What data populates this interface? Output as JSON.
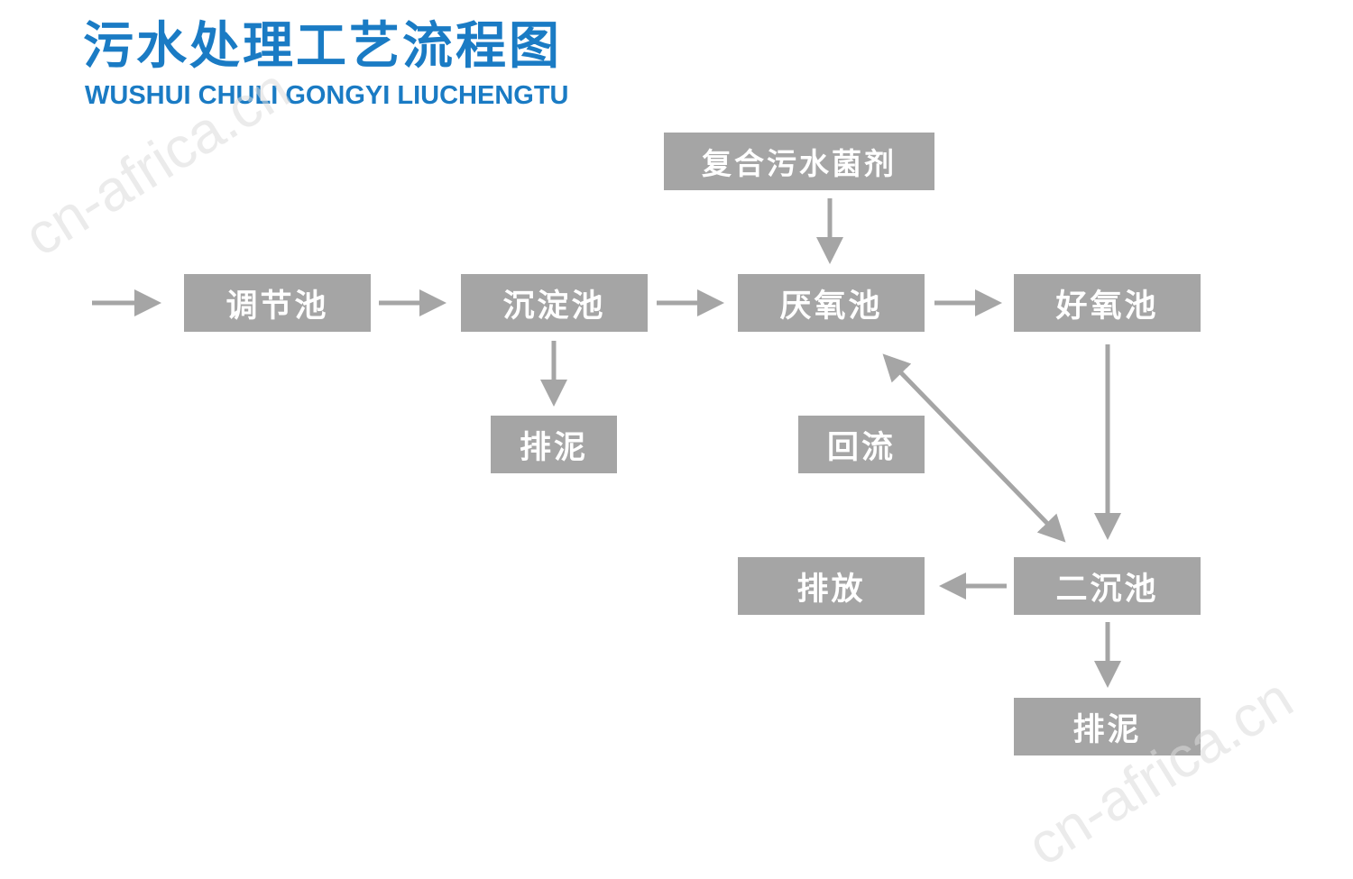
{
  "header": {
    "title_cn": "污水处理工艺流程图",
    "title_en": "WUSHUI CHULI GONGYI LIUCHENGTU"
  },
  "colors": {
    "title": "#1a7bc4",
    "box_fill": "#a5a5a5",
    "box_text": "#ffffff",
    "arrow": "#a5a5a5"
  },
  "nodes": {
    "bacteria": "复合污水菌剂",
    "regulating_tank": "调节池",
    "sedimentation_tank": "沉淀池",
    "anaerobic_tank": "厌氧池",
    "aerobic_tank": "好氧池",
    "sludge_discharge_1": "排泥",
    "reflux": "回流",
    "effluent_discharge": "排放",
    "secondary_clarifier": "二沉池",
    "sludge_discharge_2": "排泥"
  },
  "watermark": "cn-africa.cn"
}
